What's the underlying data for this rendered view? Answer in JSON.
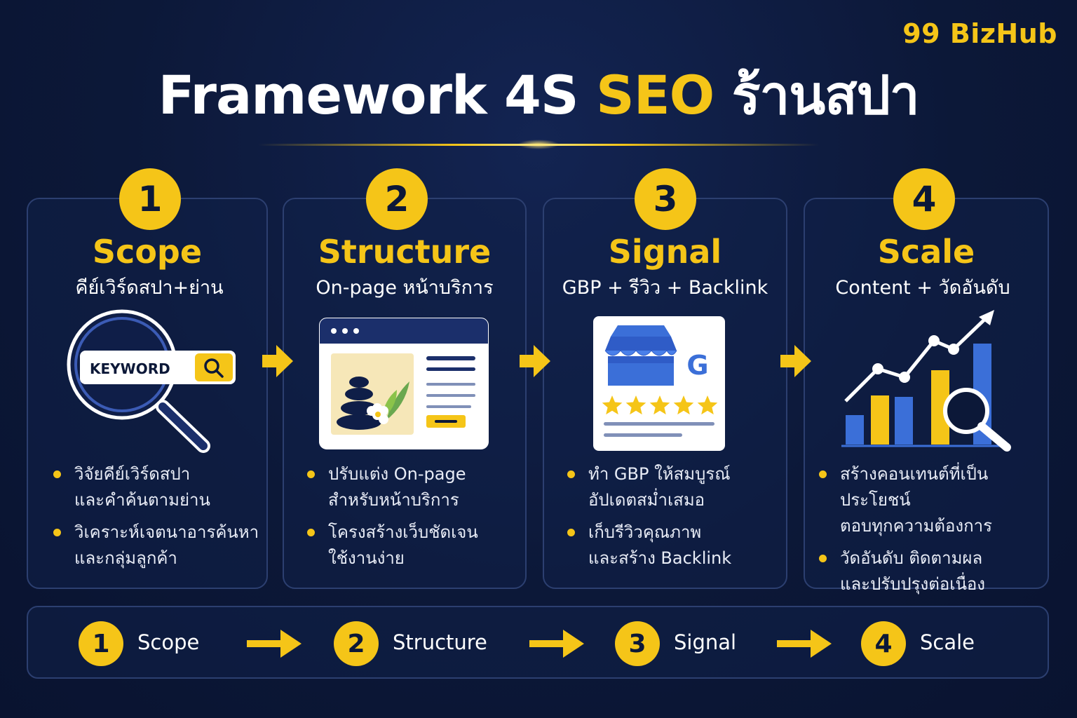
{
  "brand": "99 BizHub",
  "title": {
    "part1": "Framework 4S ",
    "accent": "SEO",
    "part2": " ร้านสปา"
  },
  "steps": [
    {
      "number": "1",
      "name": "Scope",
      "subtitle": "คีย์เวิร์ดสปา+ย่าน",
      "illustration": {
        "icon": "magnifier-keyword-search-icon",
        "search_text": "KEYWORD"
      },
      "bullets": [
        [
          "วิจัยคีย์เวิร์ดสปา",
          "และคำค้นตามย่าน"
        ],
        [
          "วิเคราะห์เจตนาอารค้นหา",
          "และกลุ่มลูกค้า"
        ]
      ]
    },
    {
      "number": "2",
      "name": "Structure",
      "subtitle": "On-page หน้าบริการ",
      "illustration": {
        "icon": "browser-window-spa-stones-icon"
      },
      "bullets": [
        [
          "ปรับแต่ง On-page",
          "สำหรับหน้าบริการ"
        ],
        [
          "โครงสร้างเว็บชัดเจน",
          "ใช้งานง่าย"
        ]
      ]
    },
    {
      "number": "3",
      "name": "Signal",
      "subtitle": "GBP + รีวิว + Backlink",
      "illustration": {
        "icon": "google-business-profile-stars-icon",
        "rating_stars": 5
      },
      "bullets": [
        [
          "ทำ GBP ให้สมบูรณ์",
          "อัปเดตสม่ำเสมอ"
        ],
        [
          "เก็บรีวิวคุณภาพ",
          "และสร้าง Backlink"
        ]
      ]
    },
    {
      "number": "4",
      "name": "Scale",
      "subtitle": "Content + วัดอันดับ",
      "illustration": {
        "icon": "growth-chart-magnifier-icon"
      },
      "bullets": [
        [
          "สร้างคอนเทนต์ที่เป็นประโยชน์",
          "ตอบทุกความต้องการ"
        ],
        [
          "วัดอันดับ ติดตามผล",
          "และปรับปรุงต่อเนื่อง"
        ]
      ]
    }
  ],
  "flow": [
    {
      "number": "1",
      "label": "Scope"
    },
    {
      "number": "2",
      "label": "Structure"
    },
    {
      "number": "3",
      "label": "Signal"
    },
    {
      "number": "4",
      "label": "Scale"
    }
  ],
  "colors": {
    "background": "#0c1838",
    "accent": "#f5c518",
    "card_border": "#2c3f70",
    "google_blue": "#3b6fd8"
  }
}
